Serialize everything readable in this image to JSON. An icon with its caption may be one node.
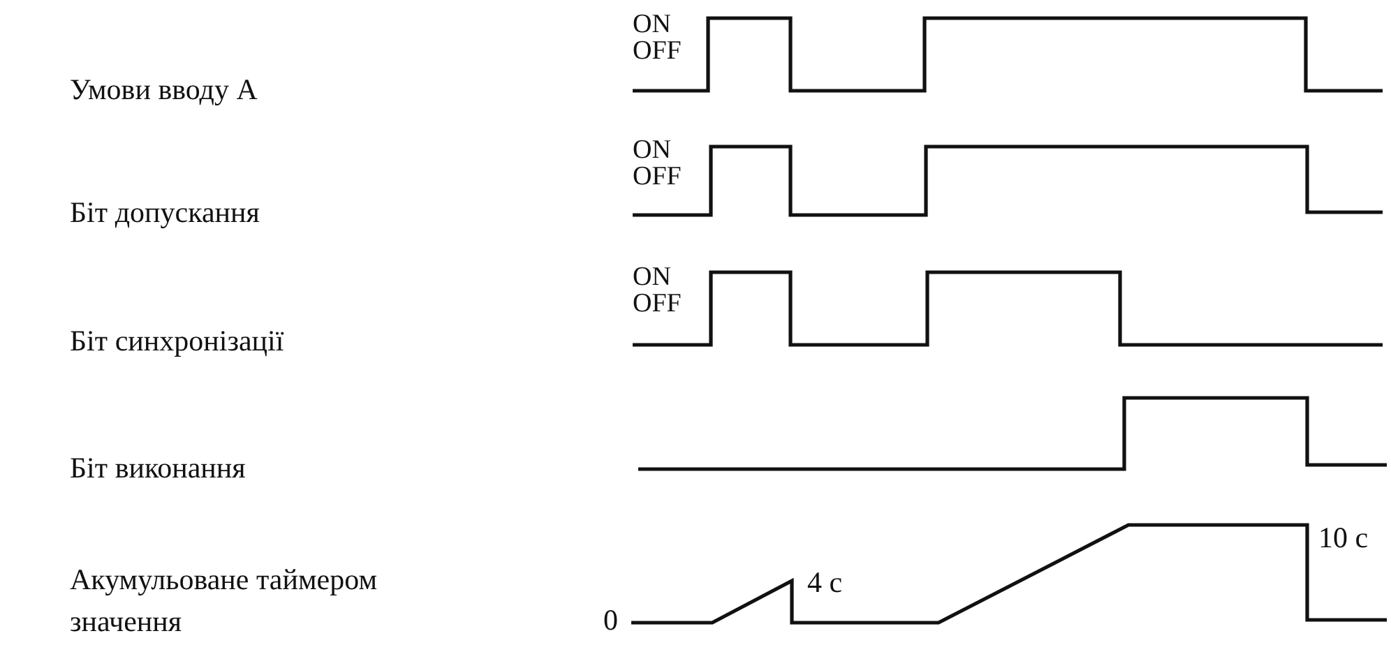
{
  "diagram": {
    "labels": [
      "Умови вводу А",
      "ON",
      "OFF",
      "Біт допускання",
      "ON",
      "OFF",
      "Біт синхронізації",
      "ON",
      "OFF",
      "Біт виконання",
      "Акумульоване таймером значення",
      "0",
      "4 с",
      "10 с"
    ]
  }
}
